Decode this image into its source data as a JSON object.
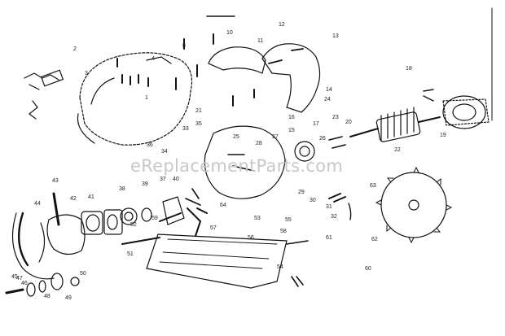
{
  "watermark": "eReplacementParts.com",
  "callouts": [
    {
      "id": "c1",
      "text": "1"
    },
    {
      "id": "c2",
      "text": "2"
    },
    {
      "id": "c3",
      "text": "3"
    },
    {
      "id": "c4",
      "text": "4"
    },
    {
      "id": "c8",
      "text": "8"
    },
    {
      "id": "c10",
      "text": "10"
    },
    {
      "id": "c11",
      "text": "11"
    },
    {
      "id": "c12",
      "text": "12"
    },
    {
      "id": "c13",
      "text": "13"
    },
    {
      "id": "c14",
      "text": "14"
    },
    {
      "id": "c15",
      "text": "15"
    },
    {
      "id": "c16",
      "text": "16"
    },
    {
      "id": "c17",
      "text": "17"
    },
    {
      "id": "c18",
      "text": "18"
    },
    {
      "id": "c19",
      "text": "19"
    },
    {
      "id": "c20",
      "text": "20"
    },
    {
      "id": "c21",
      "text": "21"
    },
    {
      "id": "c22",
      "text": "22"
    },
    {
      "id": "c23",
      "text": "23"
    },
    {
      "id": "c24",
      "text": "24"
    },
    {
      "id": "c25",
      "text": "25"
    },
    {
      "id": "c26",
      "text": "26"
    },
    {
      "id": "c27",
      "text": "27"
    },
    {
      "id": "c28",
      "text": "28"
    },
    {
      "id": "c29",
      "text": "29"
    },
    {
      "id": "c30",
      "text": "30"
    },
    {
      "id": "c31",
      "text": "31"
    },
    {
      "id": "c32",
      "text": "32"
    },
    {
      "id": "c33",
      "text": "33"
    },
    {
      "id": "c34",
      "text": "34"
    },
    {
      "id": "c35",
      "text": "35"
    },
    {
      "id": "c36",
      "text": "36"
    },
    {
      "id": "c37",
      "text": "37"
    },
    {
      "id": "c38",
      "text": "38"
    },
    {
      "id": "c39",
      "text": "39"
    },
    {
      "id": "c40",
      "text": "40"
    },
    {
      "id": "c41",
      "text": "41"
    },
    {
      "id": "c42",
      "text": "42"
    },
    {
      "id": "c43",
      "text": "43"
    },
    {
      "id": "c44",
      "text": "44"
    },
    {
      "id": "c45",
      "text": "45"
    },
    {
      "id": "c46",
      "text": "46"
    },
    {
      "id": "c47",
      "text": "47"
    },
    {
      "id": "c48",
      "text": "48"
    },
    {
      "id": "c49",
      "text": "49"
    },
    {
      "id": "c50",
      "text": "50"
    },
    {
      "id": "c51",
      "text": "51"
    },
    {
      "id": "c52",
      "text": "52"
    },
    {
      "id": "c53",
      "text": "53"
    },
    {
      "id": "c54",
      "text": "54"
    },
    {
      "id": "c55",
      "text": "55"
    },
    {
      "id": "c56",
      "text": "56"
    },
    {
      "id": "c57",
      "text": "57"
    },
    {
      "id": "c58",
      "text": "58"
    },
    {
      "id": "c59",
      "text": "59"
    },
    {
      "id": "c60",
      "text": "60"
    },
    {
      "id": "c61",
      "text": "61"
    },
    {
      "id": "c62",
      "text": "62"
    },
    {
      "id": "c63",
      "text": "63"
    },
    {
      "id": "c64",
      "text": "64"
    }
  ]
}
